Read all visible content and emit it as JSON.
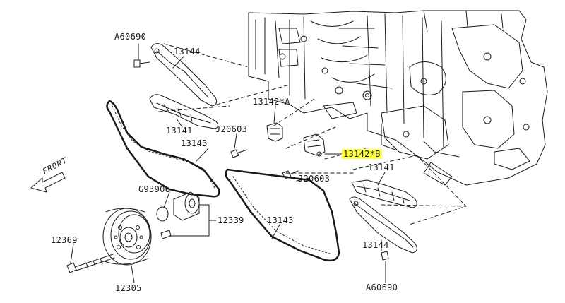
{
  "labels": {
    "a60690_top": "A60690",
    "p13144_top": "13144",
    "p13141_left": "13141",
    "p13143_left": "13143",
    "p13142a": "13142*A",
    "j20603_top": "J20603",
    "p13142b": "13142*B",
    "j20603_mid": "J20603",
    "p13141_right": "13141",
    "g93906": "G93906",
    "p12339": "12339",
    "p12369": "12369",
    "p13143_right": "13143",
    "p13144_right": "13144",
    "a60690_bottom": "A60690",
    "p12305": "12305",
    "front": "FRONT"
  },
  "colors": {
    "line": "#1a1a1a",
    "highlight": "#ffff44",
    "background": "#ffffff"
  }
}
